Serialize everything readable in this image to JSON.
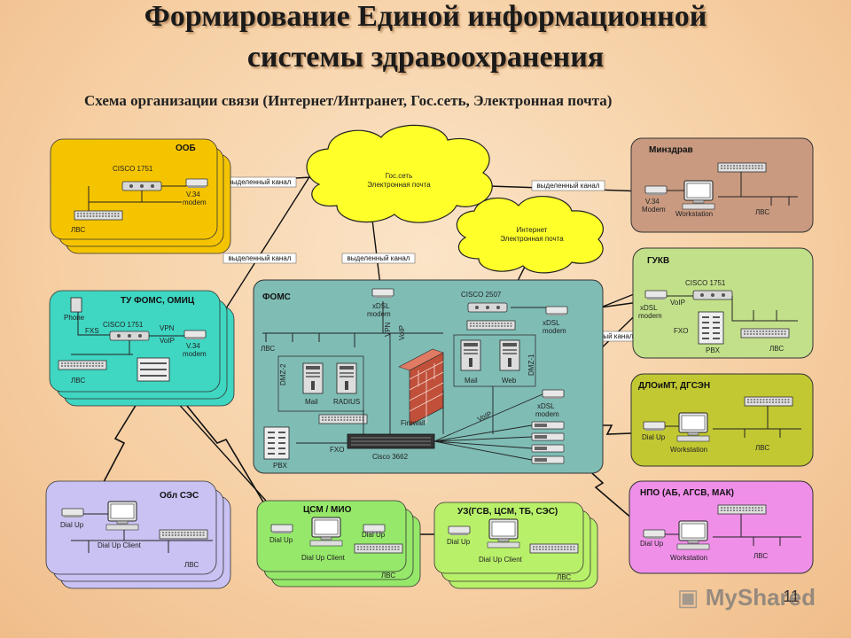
{
  "title_line1": "Формирование Единой информационной",
  "title_line2": "системы здравоохранения",
  "subtitle": "Схема организации связи (Интернет/Интранет, Гос.сеть, Электронная почта)",
  "clouds": {
    "gos": [
      "Гос.сеть",
      "Электронная почта"
    ],
    "internet": [
      "Интернет",
      "Электронная почта"
    ]
  },
  "channel_label": "выделенный канал",
  "blocks": {
    "oob": "ООБ",
    "tu": "ТУ ФОМС, ОМИЦ",
    "obl": "Обл СЭС",
    "csm": "ЦСМ / МИО",
    "uz": "УЗ(ГСВ, ЦСМ, ТБ, СЭС)",
    "foms": "ФОМС",
    "minzdrav": "Минздрав",
    "gukv": "ГУКВ",
    "dlo": "ДЛОиМТ, ДГСЭН",
    "npo": "НПО (АБ, АГСВ, МАК)"
  },
  "labels": {
    "cisco1751": "CISCO 1751",
    "cisco2507": "CISCO 2507",
    "cisco3662": "Cisco 3662",
    "v34": "V.34",
    "modem": "modem",
    "v34_modem_m": "Modem",
    "lvs": "ЛВС",
    "phone": "Phone",
    "fxs": "FXS",
    "fxo": "FXO",
    "vpn": "VPN",
    "voip": "VoIP",
    "voip_v": "VoIP",
    "vpn_v": "VPN",
    "xdsl": "xDSL",
    "pbx": "PBX",
    "dmz2": "DMZ-2",
    "dmz1": "DMZ-1",
    "mail": "Mail",
    "radius": "RADIUS",
    "web": "Web",
    "firewall": "Firewall",
    "workstation": "Workstation",
    "dialup": "Dial Up",
    "dialup_client": "Dial Up Client"
  },
  "watermark": "MyShared",
  "page_number": "11",
  "colors": {
    "oob": "#f5c400",
    "tu": "#3fd6c2",
    "obl": "#c9c2f2",
    "csm": "#96e86a",
    "uz": "#b9f06a",
    "foms": "#7fbcb4",
    "minzdrav": "#c99a80",
    "gukv": "#c2e08a",
    "dlo": "#c2c832",
    "npo": "#ef8fe8",
    "cloud": "#ffff2a"
  }
}
